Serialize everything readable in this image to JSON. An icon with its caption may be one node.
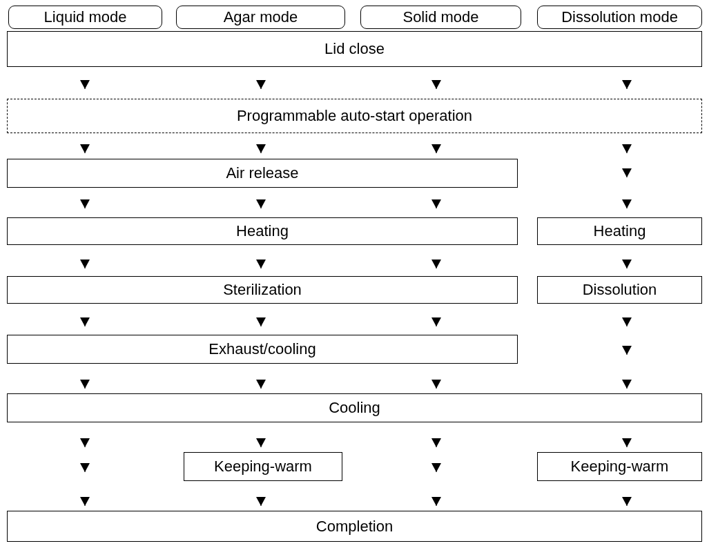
{
  "diagram": {
    "nodes": [
      {
        "text": [
          "Liquid mode"
        ]
      },
      {
        "text": [
          "Agar mode"
        ]
      },
      {
        "text": [
          "Solid mode"
        ]
      },
      {
        "text": [
          "Dissolution mode"
        ]
      },
      {
        "text": [
          "Lid close"
        ]
      },
      {
        "text": [
          "Programmable auto-start operation"
        ]
      },
      {
        "text": [
          "Air release"
        ]
      },
      {
        "text": [
          "Heating"
        ]
      },
      {
        "text": [
          "Heating"
        ]
      },
      {
        "text": [
          "Sterilization"
        ]
      },
      {
        "text": [
          "Dissolution"
        ]
      },
      {
        "text": [
          "Exhaust/cooling"
        ]
      },
      {
        "text": [
          "Cooling"
        ]
      },
      {
        "text": [
          "Keeping-warm"
        ]
      },
      {
        "text": [
          "Keeping-warm"
        ]
      },
      {
        "text": [
          "Completion"
        ]
      }
    ],
    "edges": [
      {
        "from": 4,
        "to": 5,
        "arrow": "to"
      },
      {
        "from": 4,
        "to": 5,
        "arrow": "to"
      },
      {
        "from": 4,
        "to": 5,
        "arrow": "to"
      },
      {
        "from": 4,
        "to": 5,
        "arrow": "to"
      },
      {
        "from": 5,
        "to": 6,
        "arrow": "to"
      },
      {
        "from": 5,
        "to": 6,
        "arrow": "to"
      },
      {
        "from": 5,
        "to": 6,
        "arrow": "to"
      },
      {
        "from": 5,
        "to": 8,
        "arrow": "to"
      },
      {
        "from": 6,
        "to": 7,
        "arrow": "to"
      },
      {
        "from": 6,
        "to": 7,
        "arrow": "to"
      },
      {
        "from": 6,
        "to": 7,
        "arrow": "to"
      },
      {
        "from": 7,
        "to": 9,
        "arrow": "to"
      },
      {
        "from": 7,
        "to": 9,
        "arrow": "to"
      },
      {
        "from": 7,
        "to": 9,
        "arrow": "to"
      },
      {
        "from": 8,
        "to": 10,
        "arrow": "to"
      },
      {
        "from": 9,
        "to": 11,
        "arrow": "to"
      },
      {
        "from": 9,
        "to": 11,
        "arrow": "to"
      },
      {
        "from": 9,
        "to": 11,
        "arrow": "to"
      },
      {
        "from": 10,
        "to": 12,
        "arrow": "to"
      },
      {
        "from": 11,
        "to": 12,
        "arrow": "to"
      },
      {
        "from": 11,
        "to": 12,
        "arrow": "to"
      },
      {
        "from": 11,
        "to": 12,
        "arrow": "to"
      },
      {
        "from": 12,
        "to": 15,
        "arrow": "to"
      },
      {
        "from": 12,
        "to": 13,
        "arrow": "to"
      },
      {
        "from": 12,
        "to": 15,
        "arrow": "to"
      },
      {
        "from": 12,
        "to": 14,
        "arrow": "to"
      },
      {
        "from": 13,
        "to": 15,
        "arrow": "to"
      },
      {
        "from": 14,
        "to": 15,
        "arrow": "to"
      }
    ]
  }
}
